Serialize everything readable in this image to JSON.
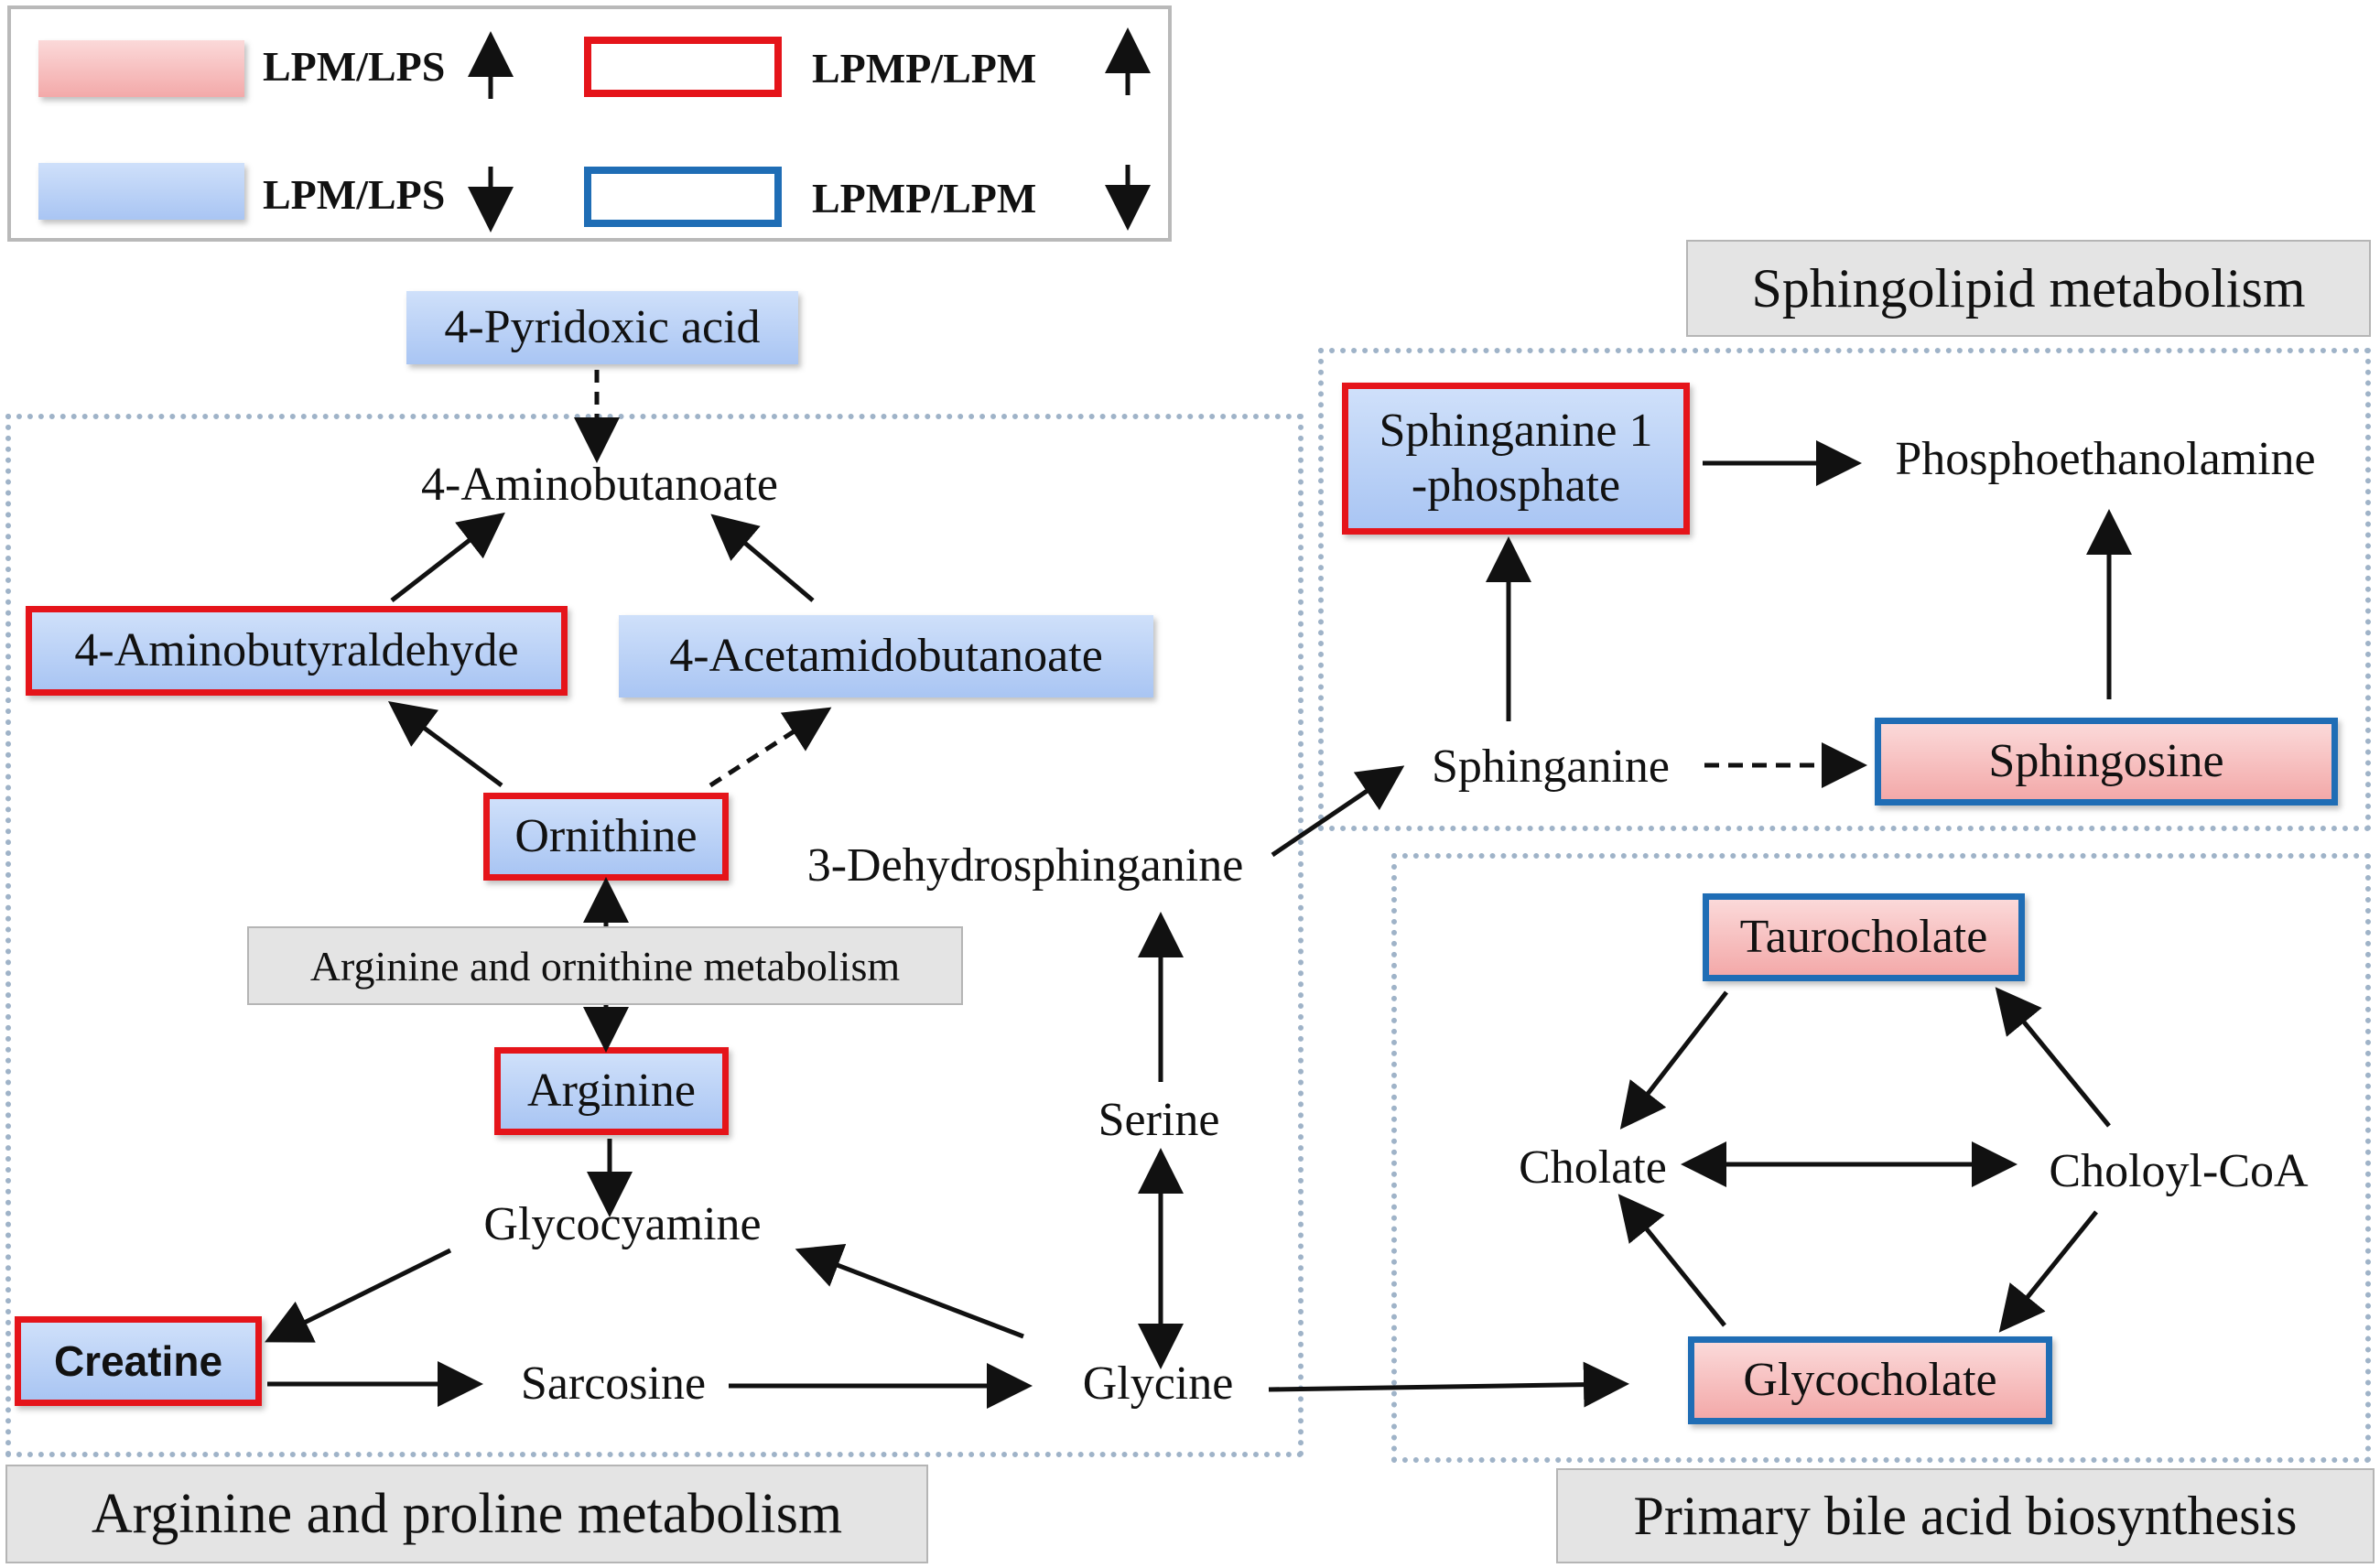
{
  "legend": {
    "fill_up_label": "LPM/LPS",
    "fill_down_label": "LPM/LPS",
    "border_up_label": "LPMP/LPM",
    "border_down_label": "LPMP/LPM",
    "fill_up_color": "#f3a9a9",
    "fill_down_color": "#a9c5f3",
    "border_up_color": "#e5141a",
    "border_down_color": "#1f6db5"
  },
  "pathways": {
    "arginine_proline": "Arginine and proline metabolism",
    "arginine_ornithine": "Arginine and ornithine metabolism",
    "sphingolipid": "Sphingolipid metabolism",
    "bile_acid": "Primary bile acid biosynthesis"
  },
  "metabolites": {
    "pyridoxic_acid": "4-Pyridoxic acid",
    "aminobutanoate": "4-Aminobutanoate",
    "aminobutyraldehyde": "4-Aminobutyraldehyde",
    "acetamidobutanoate": "4-Acetamidobutanoate",
    "ornithine": "Ornithine",
    "arginine": "Arginine",
    "glycocyamine": "Glycocyamine",
    "creatine": "Creatine",
    "sarcosine": "Sarcosine",
    "glycine": "Glycine",
    "serine": "Serine",
    "dehydrosphinganine": "3-Dehydrosphinganine",
    "sphinganine_1p_line1": "Sphinganine 1",
    "sphinganine_1p_line2": "-phosphate",
    "phosphoethanolamine": "Phosphoethanolamine",
    "sphinganine": "Sphinganine",
    "sphingosine": "Sphingosine",
    "taurocholate": "Taurocholate",
    "cholate": "Cholate",
    "choloyl_coa": "Choloyl-CoA",
    "glycocholate": "Glycocholate"
  }
}
